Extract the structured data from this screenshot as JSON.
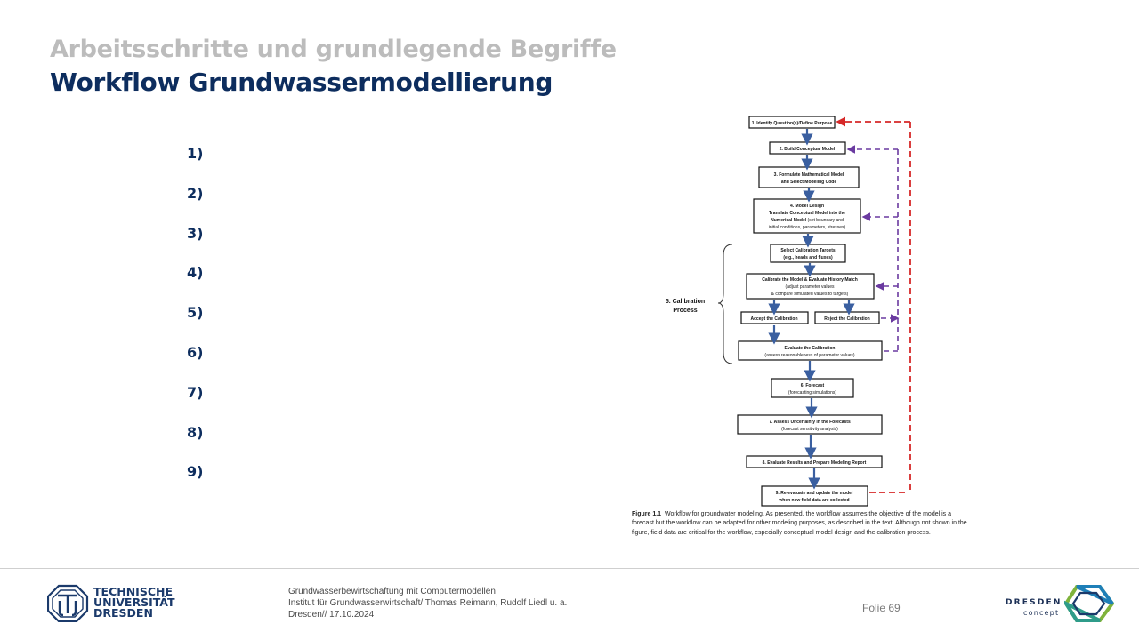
{
  "header": {
    "supertitle": "Arbeitsschritte und grundlegende Begriffe",
    "title": "Workflow Grundwassermodellierung"
  },
  "steps": [
    "1)",
    "2)",
    "3)",
    "4)",
    "5)",
    "6)",
    "7)",
    "8)",
    "9)"
  ],
  "figure": {
    "box1": "1. Identify Question(s)/Define Purpose",
    "box2": "2. Build Conceptual Model",
    "box3_l1": "3. Formulate Mathematical Model",
    "box3_l2": "and Select Modeling Code",
    "box4_l1": "4. Model Design",
    "box4_l2": "Translate Conceptual Model into the",
    "box4_l3a": "Numerical Model",
    "box4_l3b": "(set boundary and",
    "box4_l4": "initial conditions, parameters, stresses)",
    "box5a_l1": "Select Calibration Targets",
    "box5a_l2": "(e.g.,  heads and fluxes)",
    "box5b_l1": "Calibrate the Model & Evaluate History Match",
    "box5b_l2": "(adjust parameter values",
    "box5b_l3": "& compare simulated values to targets)",
    "accept": "Accept the Calibration",
    "reject": "Reject the Calibration",
    "evaluate_l1": "Evaluate the Calibration",
    "evaluate_l2": "(assess reasonableness of parameter values)",
    "calib_l1": "5. Calibration",
    "calib_l2": "Process",
    "box6_l1": "6. Forecast",
    "box6_l2": "(forecasting simulations)",
    "box7_l1": "7. Assess Uncertainty in the Forecasts",
    "box7_l2": "(forecast sensitivity analysis)",
    "box8": "8. Evaluate Results and Prepare Modeling Report",
    "box9_l1": "9. Re-evaluate and update the model",
    "box9_l2": "when new field data are collected",
    "caption_label": "Figure 1.1",
    "caption_text": "Workflow for groundwater modeling. As presented, the workflow assumes the objective of the model is a forecast but the workflow can be adapted for other modeling purposes, as described in the text. Although not shown in the figure, field data are critical for the workflow, especially conceptual model design and the calibration process."
  },
  "footer": {
    "logo_line1": "TECHNISCHE",
    "logo_line2": "UNIVERSITÄT",
    "logo_line3": "DRESDEN",
    "line1": "Grundwasserbewirtschaftung mit Computermodellen",
    "line2": "Institut für Grundwasserwirtschaft/ Thomas Reimann, Rudolf Liedl u. a.",
    "line3": "Dresden// 17.10.2024",
    "folie": "Folie 69",
    "dc_word1": "DRESDEN",
    "dc_word2": "concept"
  },
  "colors": {
    "title_gray": "#bcbcbc",
    "title_navy": "#0d2d5e",
    "arrow_blue": "#3a5fa0",
    "dash_red": "#d62828",
    "dash_purple": "#6a3aa0"
  }
}
